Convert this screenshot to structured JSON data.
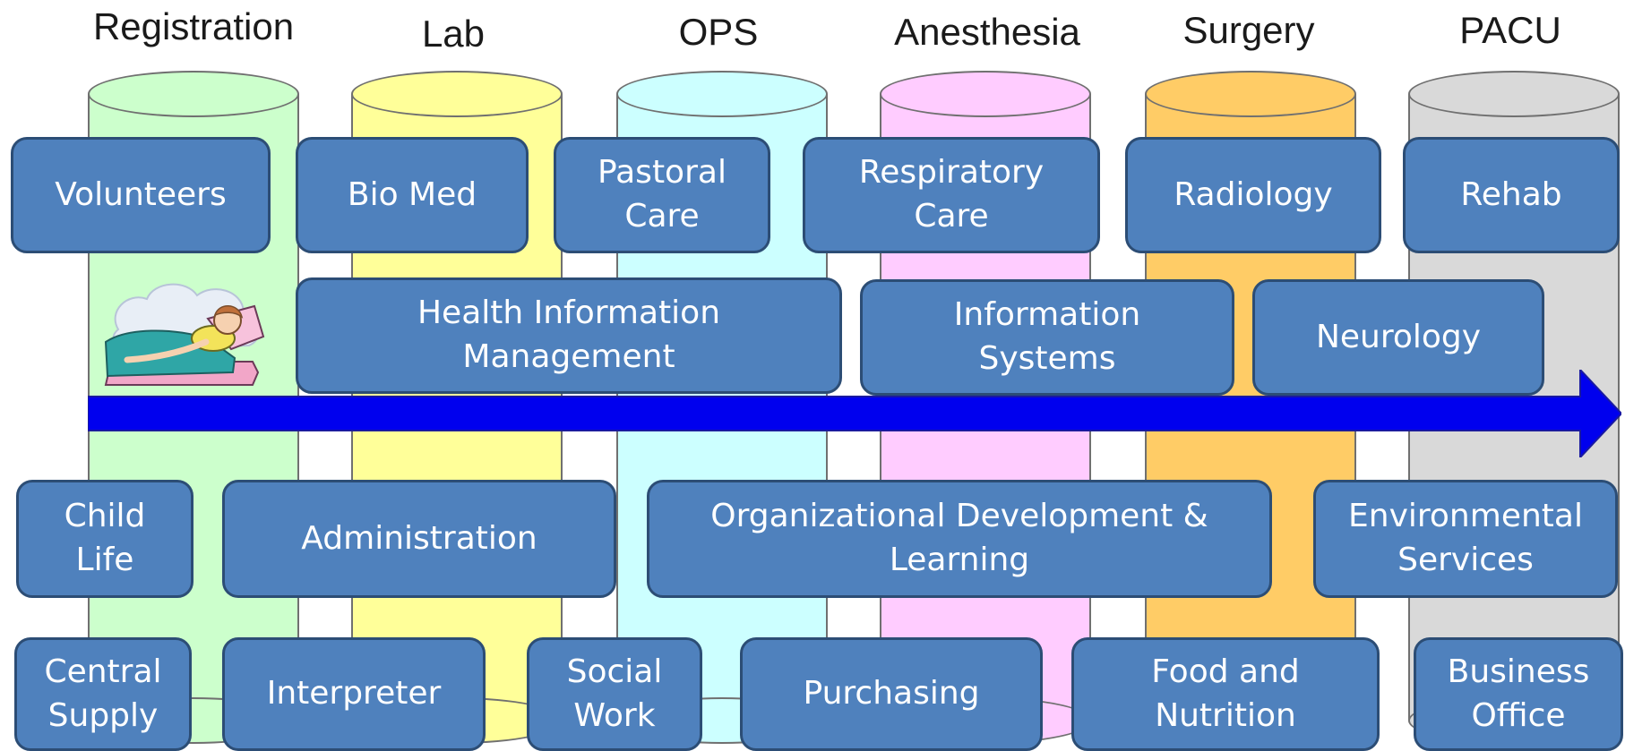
{
  "stages": [
    {
      "label": "Registration",
      "color": "#ccffcc"
    },
    {
      "label": "Lab",
      "color": "#ffff99"
    },
    {
      "label": "OPS",
      "color": "#ccffff"
    },
    {
      "label": "Anesthesia",
      "color": "#ffccff"
    },
    {
      "label": "Surgery",
      "color": "#ffcc66"
    },
    {
      "label": "PACU",
      "color": "#d9d9d9"
    }
  ],
  "departments": [
    {
      "id": "volunteers",
      "label": "Volunteers"
    },
    {
      "id": "bio-med",
      "label": "Bio Med"
    },
    {
      "id": "pastoral-care",
      "label": "Pastoral\nCare"
    },
    {
      "id": "respiratory-care",
      "label": "Respiratory\nCare"
    },
    {
      "id": "radiology",
      "label": "Radiology"
    },
    {
      "id": "rehab",
      "label": "Rehab"
    },
    {
      "id": "health-information-management",
      "label": "Health Information\nManagement"
    },
    {
      "id": "information-systems",
      "label": "Information\nSystems"
    },
    {
      "id": "neurology",
      "label": "Neurology"
    },
    {
      "id": "child-life",
      "label": "Child\nLife"
    },
    {
      "id": "administration",
      "label": "Administration"
    },
    {
      "id": "organizational-development",
      "label": "Organizational Development &\nLearning"
    },
    {
      "id": "environmental-services",
      "label": "Environmental\nServices"
    },
    {
      "id": "central-supply",
      "label": "Central\nSupply"
    },
    {
      "id": "interpreter",
      "label": "Interpreter"
    },
    {
      "id": "social-work",
      "label": "Social\nWork"
    },
    {
      "id": "purchasing",
      "label": "Purchasing"
    },
    {
      "id": "food-and-nutrition",
      "label": "Food and\nNutrition"
    },
    {
      "id": "business-office",
      "label": "Business\nOffice"
    }
  ],
  "colors": {
    "box_fill": "#4f81bd",
    "box_border": "#2c4d75",
    "box_text": "#ffffff",
    "arrow": "#0000ee",
    "cylinder_outline": "#707070"
  },
  "icons": {
    "patient": "patient-in-bed-icon",
    "flow": "flow-arrow-icon"
  }
}
